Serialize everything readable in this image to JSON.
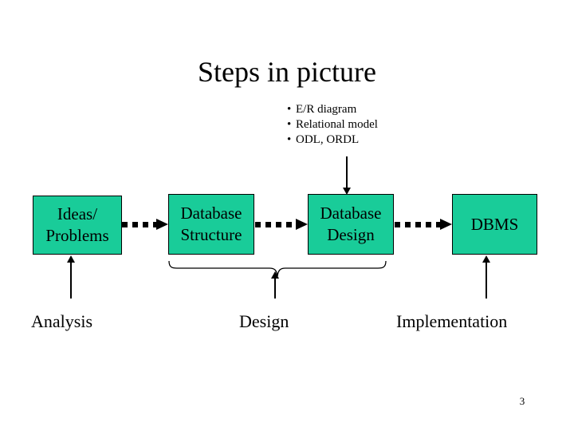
{
  "slide": {
    "title": "Steps in picture",
    "page_number": "3",
    "colors": {
      "box_fill": "#19CC99",
      "box_border": "#000000",
      "text": "#000000",
      "background": "#FFFFFF"
    }
  },
  "bullets": {
    "marker": "•",
    "items": [
      {
        "text": "E/R diagram"
      },
      {
        "text": "Relational model"
      },
      {
        "text": "ODL, ORDL"
      }
    ]
  },
  "flow": {
    "boxes": [
      {
        "id": "ideas",
        "label": "Ideas/\nProblems"
      },
      {
        "id": "structure",
        "label": "Database\nStructure"
      },
      {
        "id": "design",
        "label": "Database\nDesign"
      },
      {
        "id": "dbms",
        "label": "DBMS"
      }
    ],
    "connectors": [
      {
        "id": "arrow-1",
        "style": "dotted",
        "from": "ideas",
        "to": "structure"
      },
      {
        "id": "arrow-2",
        "style": "dotted",
        "from": "structure",
        "to": "design"
      },
      {
        "id": "arrow-3",
        "style": "dotted",
        "from": "design",
        "to": "dbms"
      }
    ]
  },
  "stages": [
    {
      "id": "analysis",
      "label": "Analysis"
    },
    {
      "id": "design",
      "label": "Design"
    },
    {
      "id": "implementation",
      "label": "Implementation"
    }
  ]
}
